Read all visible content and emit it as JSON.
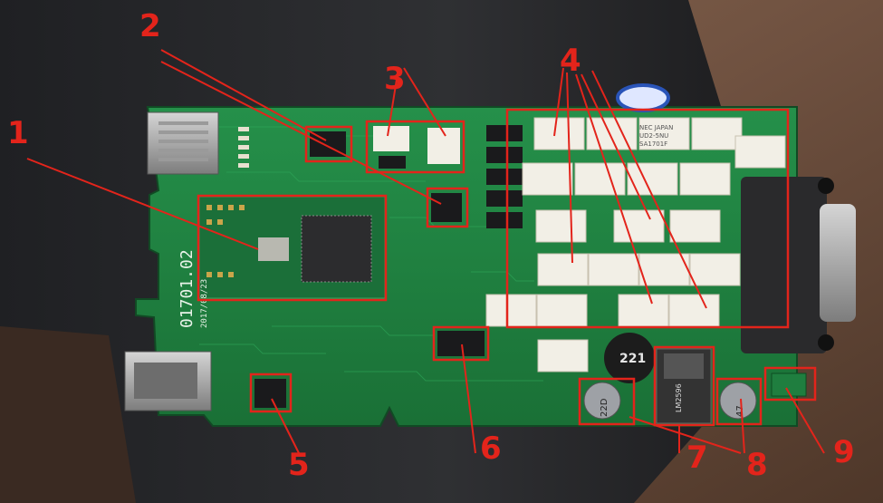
{
  "board": {
    "silkscreen_id": "01701.02",
    "silkscreen_date": "2017/08/23"
  },
  "components": {
    "relay_label_line1": "NEC JAPAN",
    "relay_label_line2": "UD2-5NU",
    "relay_label_line3": "SA1701F",
    "inductor_label": "221",
    "cap_left_label": "22D",
    "cap_right_label": "47",
    "regulator_label": "LM2596"
  },
  "callouts": [
    {
      "label": "1"
    },
    {
      "label": "2"
    },
    {
      "label": "3"
    },
    {
      "label": "4"
    },
    {
      "label": "5"
    },
    {
      "label": "6"
    },
    {
      "label": "7"
    },
    {
      "label": "8"
    },
    {
      "label": "9"
    }
  ],
  "colors": {
    "annotation": "#e3241b",
    "pcb": "#1f7e3f",
    "relay": "#f2efe6",
    "table": "#6b4a37"
  }
}
